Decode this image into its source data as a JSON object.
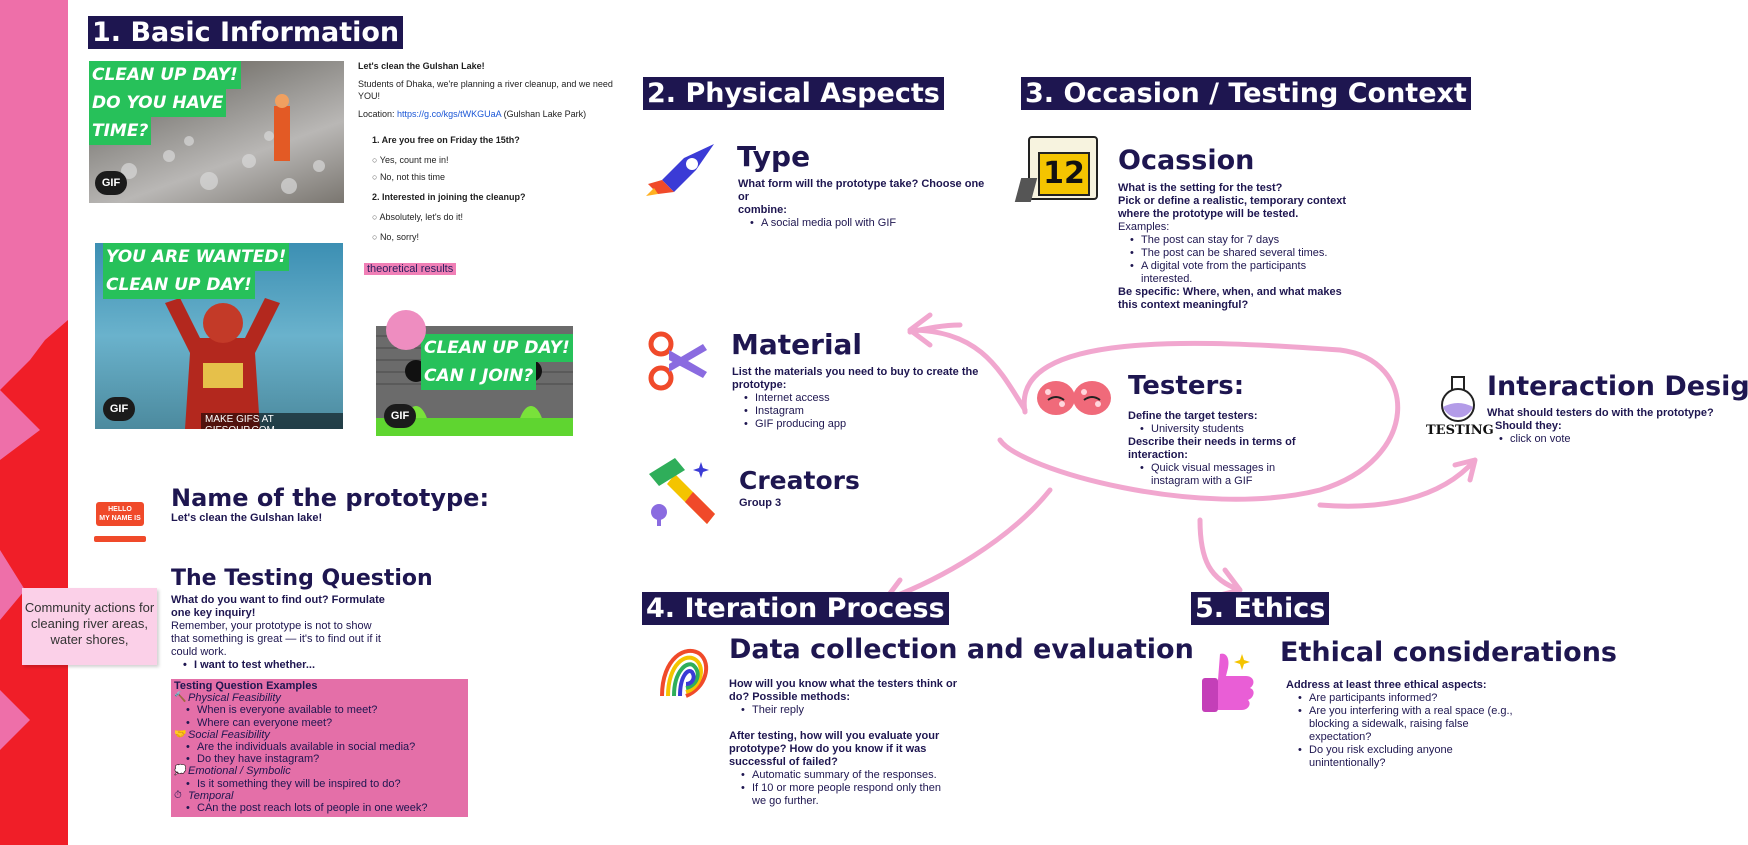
{
  "colors": {
    "navy": "#1e1650",
    "pink": "#ee6fa9",
    "red": "#f01e28",
    "sticky": "#fbd0e8"
  },
  "sec1": {
    "title": "1. Basic Information",
    "gif1": {
      "cap1": "CLEAN UP DAY!",
      "cap2": "DO YOU HAVE",
      "cap3": "TIME?",
      "badge": "GIF"
    },
    "gif2": {
      "cap1": "YOU ARE WANTED!",
      "cap2": "CLEAN UP DAY!",
      "badge": "GIF",
      "watermark": "MAKE GIFS AT GIFSOUP.COM"
    },
    "gif3": {
      "cap1": "CLEAN UP DAY!",
      "cap2": "CAN I JOIN?",
      "badge": "GIF"
    },
    "doc": {
      "heading": "Let's clean the Gulshan Lake!",
      "intro": "Students of Dhaka, we're planning a river cleanup, and we need YOU!",
      "location_label": "Location:",
      "location_link": "https://g.co/kgs/tWKGUaA",
      "location_note": "(Gulshan Lake Park)",
      "q1": "1.   Are you free on Friday the 15th?",
      "q1_o1": "Yes, count me in!",
      "q1_o2": "No, not this time",
      "q2": "2.   Interested in joining the cleanup?",
      "q2_o1": "Absolutely, let's do it!",
      "q2_o2": "No, sorry!"
    },
    "theoretical": "theoretical results",
    "sticky": "Community actions for cleaning river areas, water shores,",
    "name_title": "Name of the prototype:",
    "name_value": "Let's clean the Gulshan lake!",
    "name_badge_1": "HELLO",
    "name_badge_2": "MY NAME IS",
    "testing_title": "The Testing Question",
    "testing_q1": "What do you want to find out? Formulate",
    "testing_q2": "one key inquiry!",
    "testing_note1": "Remember, your prototype is not to show",
    "testing_note2": "that something is great — it's to find out if it",
    "testing_note3": "could work.",
    "testing_bullet": "I want to test whether...",
    "examples": {
      "title": "Testing Question Examples",
      "cat1": "Physical Feasibility",
      "cat1_i1": "When is everyone available to meet?",
      "cat1_i2": "Where can everyone meet?",
      "cat2": "Social Feasibility",
      "cat2_i1": "Are the individuals available in social media?",
      "cat2_i2": "Do they have instagram?",
      "cat3": "Emotional / Symbolic",
      "cat3_i1": "Is it something they will be inspired to do?",
      "cat4": "Temporal",
      "cat4_i1": "CAn the post reach lots of people in one week?"
    }
  },
  "sec2": {
    "title": "2. Physical Aspects",
    "type_title": "Type",
    "type_q1": "What form will the prototype take? Choose one or",
    "type_q2": "combine:",
    "type_item": "A social media poll with GIF",
    "material_title": "Material",
    "material_q": "List the materials you need to buy to create the prototype:",
    "material_items": [
      "Internet access",
      "Instagram",
      "GIF producing app"
    ],
    "creators_title": "Creators",
    "creators_value": "Group 3"
  },
  "sec3": {
    "title": "3. Occasion / Testing Context",
    "calendar_num": "12",
    "occasion_title": "Ocassion",
    "q1": "What is the setting for the test?",
    "q2": "Pick or define a realistic, temporary context",
    "q3": "where the prototype will be tested.",
    "examples_label": "Examples:",
    "items": [
      "The post can stay for 7 days",
      "The post can be shared several times.",
      "A digital vote from the participants"
    ],
    "item3_cont": "interested.",
    "specific1": "Be specific: Where, when, and what makes",
    "specific2": "this context meaningful?"
  },
  "testers": {
    "title": "Testers:",
    "define": "Define the target testers:",
    "target": "University students",
    "needs1": "Describe their needs in terms of",
    "needs2": "interaction:",
    "need1": "Quick visual messages in",
    "need2": "instagram with a GIF"
  },
  "interaction": {
    "title": "Interaction Design",
    "q1": "What should testers do with the prototype?",
    "q2": "Should they:",
    "item": "click on vote",
    "icon_label": "TESTING"
  },
  "sec4": {
    "title": "4. Iteration Process",
    "heading": "Data collection and evaluation",
    "q1": "How will you know what the testers think or",
    "q2": "do? Possible methods:",
    "method": "Their reply",
    "q3": "After testing, how will you evaluate your",
    "q4": "prototype? How do you know if it was",
    "q5": "successful of failed?",
    "eval1": "Automatic summary of the responses.",
    "eval2a": "If 10 or more people respond only then",
    "eval2b": "we go further."
  },
  "sec5": {
    "title": "5. Ethics",
    "heading": "Ethical considerations",
    "q": "Address at least three ethical aspects:",
    "i1": "Are participants informed?",
    "i2a": "Are you interfering with a real space (e.g.,",
    "i2b": "blocking a sidewalk, raising false",
    "i2c": "expectation?",
    "i3a": "Do you risk excluding anyone",
    "i3b": "unintentionally?"
  }
}
